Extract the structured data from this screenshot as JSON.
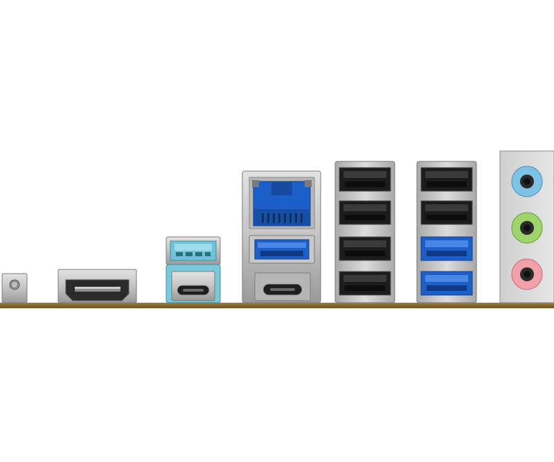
{
  "scene": {
    "description_type": "motherboard-rear-io-panel",
    "colors": {
      "background": "#ffffff",
      "pcb": "#8a6a2e",
      "metal": "#c9c9c9",
      "metal_dark": "#8e8e8e",
      "usb2_black": "#1c1c1c",
      "usb3_blue": "#1d5fc9",
      "usb_cyan": "#6fc3d6",
      "audio_blue": "#7ec3e6",
      "audio_green": "#9fd46a",
      "audio_pink": "#f3a1a9"
    },
    "ports": [
      {
        "name": "bios-flashback-button",
        "kind": "button"
      },
      {
        "name": "hdmi-port",
        "kind": "hdmi"
      },
      {
        "name": "usb-a-cyan-port",
        "kind": "usb-a",
        "color": "cyan"
      },
      {
        "name": "usb-c-port-1",
        "kind": "usb-c"
      },
      {
        "name": "rj45-lan-port",
        "kind": "rj45"
      },
      {
        "name": "usb-a-blue-under-lan",
        "kind": "usb-a",
        "color": "blue"
      },
      {
        "name": "usb-c-port-2",
        "kind": "usb-c"
      },
      {
        "name": "usb-stack-left",
        "kind": "usb-a-stack",
        "colors": [
          "black",
          "black",
          "black",
          "black"
        ]
      },
      {
        "name": "usb-stack-right",
        "kind": "usb-a-stack",
        "colors": [
          "black",
          "black",
          "blue",
          "blue"
        ]
      },
      {
        "name": "audio-jack-panel",
        "kind": "audio",
        "jacks": [
          "blue",
          "green",
          "pink"
        ]
      }
    ]
  }
}
